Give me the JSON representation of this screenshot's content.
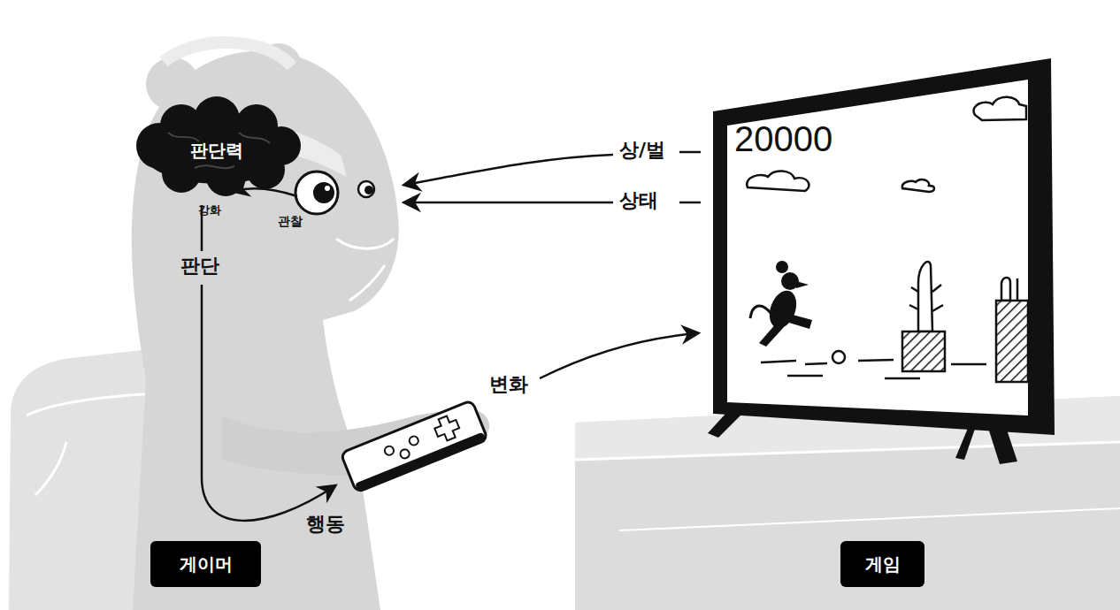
{
  "diagram": {
    "nodes": [
      {
        "text": [
          "판단력"
        ]
      },
      {
        "text": [
          "20000"
        ]
      },
      {
        "text": [
          "게이머"
        ]
      },
      {
        "text": [
          "게임"
        ]
      }
    ],
    "labels": [
      "상/벌",
      "강화",
      "관찰",
      "상태",
      "판단",
      "변화",
      "행동"
    ]
  }
}
